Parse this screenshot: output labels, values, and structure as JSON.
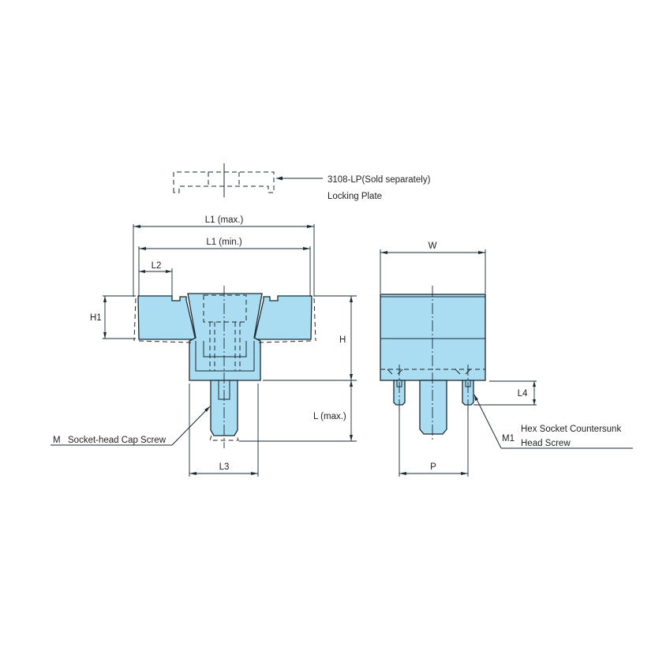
{
  "colors": {
    "part_fill": "#aadcf2",
    "line": "#1b2a33",
    "background": "#ffffff"
  },
  "locking_plate": {
    "part_no": "3108-LP(Sold separately)",
    "name": "Locking Plate"
  },
  "front_view": {
    "dimensions": {
      "l1_max": "L1 (max.)",
      "l1_min": "L1 (min.)",
      "l2": "L2",
      "h1": "H1",
      "h": "H",
      "l_max": "L (max.)",
      "l3": "L3"
    },
    "callout": {
      "code": "M",
      "text": "Socket-head Cap Screw"
    }
  },
  "side_view": {
    "dimensions": {
      "w": "W",
      "l4": "L4",
      "p": "P"
    },
    "callout": {
      "code": "M1",
      "line1": "Hex Socket Countersunk",
      "line2": "Head Screw"
    }
  }
}
